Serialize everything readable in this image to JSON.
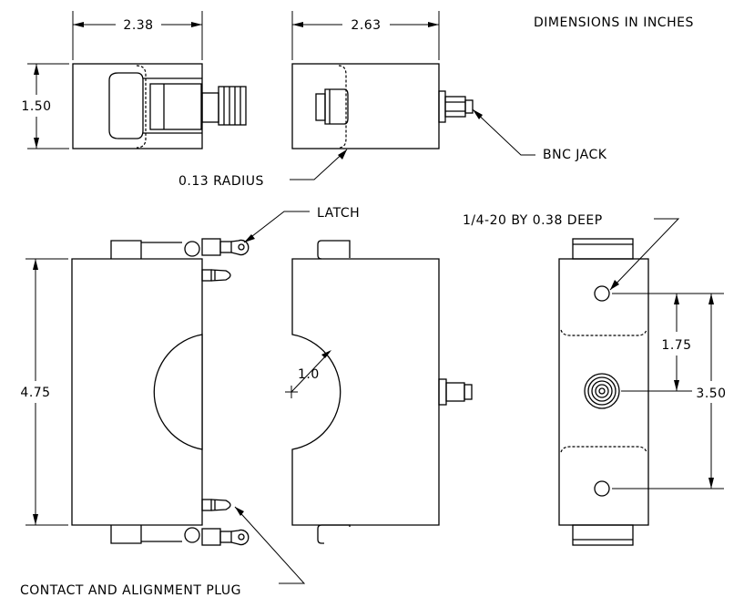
{
  "header": {
    "units_note": "DIMENSIONS IN INCHES"
  },
  "dimensions": {
    "top_width_left": "2.38",
    "top_width_right": "2.63",
    "top_height": "1.50",
    "front_height": "4.75",
    "cutout_radius": "1.0",
    "hole_spacing_inner": "1.75",
    "hole_spacing_outer": "3.50"
  },
  "callouts": {
    "bnc_jack": "BNC JACK",
    "corner_radius": "0.13 RADIUS",
    "latch": "LATCH",
    "tapped_hole": "1/4-20 BY 0.38 DEEP",
    "contact_plug": "CONTACT AND ALIGNMENT PLUG"
  }
}
